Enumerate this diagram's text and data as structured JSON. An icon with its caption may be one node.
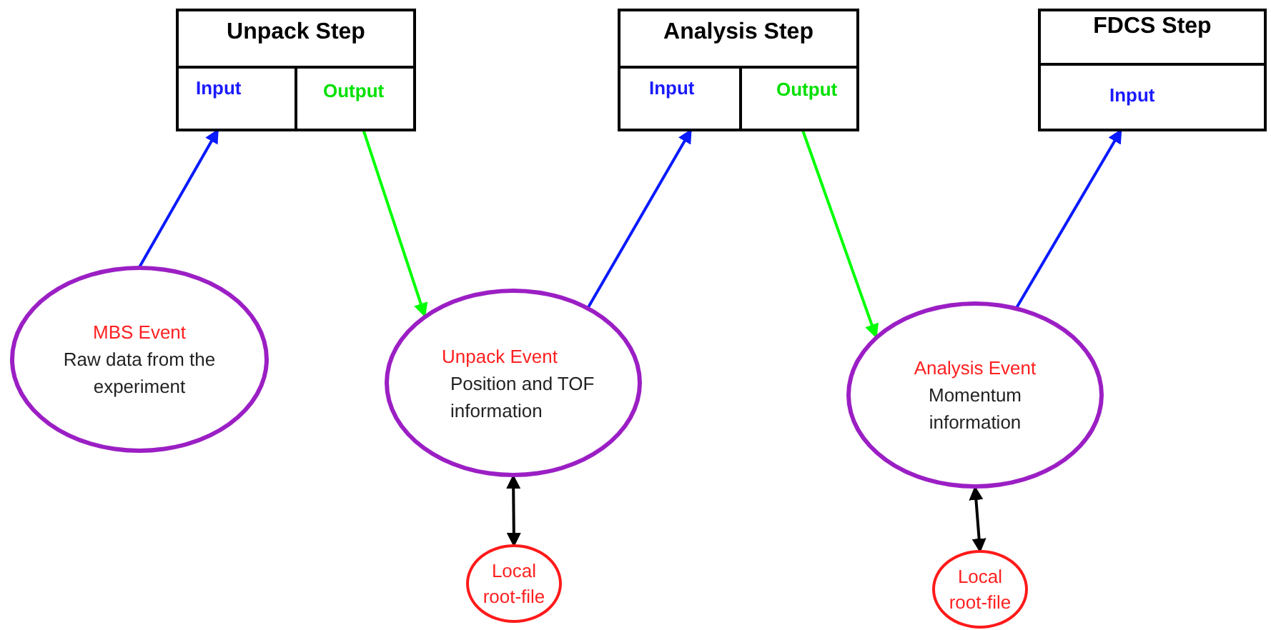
{
  "diagram": {
    "nodes": [
      {
        "text": [
          "Unpack Step"
        ]
      },
      {
        "text": [
          "Input"
        ],
        "in": 0
      },
      {
        "text": [
          "Output"
        ],
        "in": 0
      },
      {
        "text": [
          "Analysis Step"
        ]
      },
      {
        "text": [
          "Input"
        ],
        "in": 3
      },
      {
        "text": [
          "Output"
        ],
        "in": 3
      },
      {
        "text": [
          "FDCS Step"
        ]
      },
      {
        "text": [
          "Input"
        ],
        "in": 6
      },
      {
        "text": [
          "MBS Event",
          "Raw data from the experiment"
        ]
      },
      {
        "text": [
          "Unpack Event",
          "Position and TOF information"
        ]
      },
      {
        "text": [
          "Analysis Event",
          "Momentum information"
        ]
      },
      {
        "text": [
          "Local root-file"
        ]
      },
      {
        "text": [
          "Local root-file"
        ]
      }
    ],
    "edges": [
      {
        "from": 8,
        "to": 1,
        "arrow": "to"
      },
      {
        "from": 2,
        "to": 9,
        "arrow": "to",
        "color": "#00ff00"
      },
      {
        "from": 9,
        "to": 4,
        "arrow": "to"
      },
      {
        "from": 5,
        "to": 10,
        "arrow": "to",
        "color": "#00ff00"
      },
      {
        "from": 10,
        "to": 7,
        "arrow": "to"
      },
      {
        "from": 9,
        "to": 11,
        "arrow": "both",
        "color": "#000000"
      },
      {
        "from": 10,
        "to": 12,
        "arrow": "both",
        "color": "#000000"
      }
    ]
  }
}
